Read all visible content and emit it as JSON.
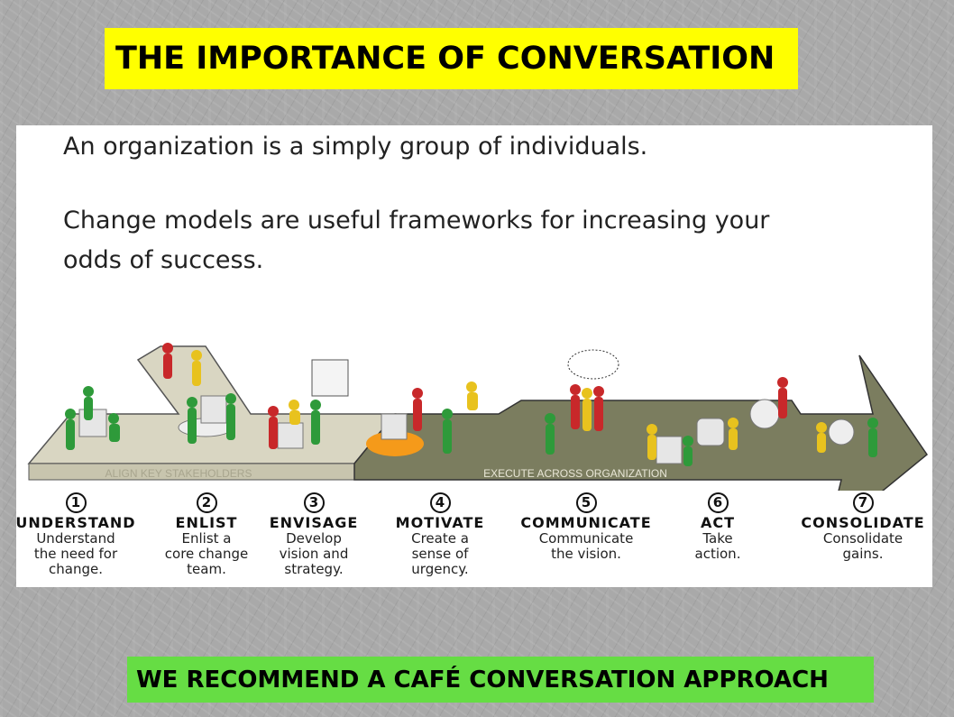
{
  "title": "THE IMPORTANCE OF CONVERSATION",
  "body_lines": [
    "An organization is a simply group of individuals.",
    "Change models are useful frameworks for increasing your",
    "odds of success."
  ],
  "diagram": {
    "phase_labels": [
      "ALIGN KEY STAKEHOLDERS",
      "EXECUTE ACROSS ORGANIZATION"
    ],
    "steps": [
      {
        "number": "1",
        "name": "UNDERSTAND",
        "description": "Understand\nthe need for\nchange."
      },
      {
        "number": "2",
        "name": "ENLIST",
        "description": "Enlist a\ncore change\nteam."
      },
      {
        "number": "3",
        "name": "ENVISAGE",
        "description": "Develop\nvision and\nstrategy."
      },
      {
        "number": "4",
        "name": "MOTIVATE",
        "description": "Create a\nsense of\nurgency."
      },
      {
        "number": "5",
        "name": "COMMUNICATE",
        "description": "Communicate\nthe vision."
      },
      {
        "number": "6",
        "name": "ACT",
        "description": "Take\naction."
      },
      {
        "number": "7",
        "name": "CONSOLIDATE",
        "description": "Consolidate\ngains."
      }
    ],
    "colors": {
      "light_platform": "#d9d6c2",
      "dark_arrow": "#7b7d5f",
      "green_figure": "#2e9a3a",
      "red_figure": "#c8282a",
      "yellow_figure": "#e8c21e"
    }
  },
  "footer": "WE RECOMMEND A CAFÉ CONVERSATION APPROACH",
  "colors": {
    "title_bg": "#ffff00",
    "footer_bg": "#66dd44"
  }
}
